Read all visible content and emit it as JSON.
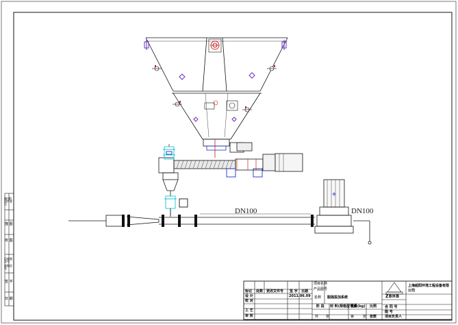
{
  "drawing": {
    "pipe_label_left": "DN100",
    "pipe_label_right": "DN100",
    "side_labels": [
      "借(通)用件登记",
      "描 图",
      "校 图",
      "旧底图总号",
      "底图总号",
      "签 字",
      "日 期"
    ],
    "title_block": {
      "header_row": [
        "标记",
        "处数",
        "更改文件号",
        "签 字",
        "日期"
      ],
      "date_value": "2011.06.09",
      "roles": [
        "设 计",
        "校 对",
        "工 艺",
        "审 核"
      ],
      "project_label": "项目名称",
      "project_code_label": "产品图号",
      "name_label": "名称",
      "drawing_title": "脱硫投加系统",
      "stage_label": "阶 段",
      "sheet_cols": [
        "材 料(规格型号)",
        "重量(kg)",
        "比例"
      ],
      "sheet_row": [
        "共",
        "张",
        "第",
        "张"
      ],
      "sheet_label": "张数",
      "logo_text": "ZBHB",
      "company": "上海超阳环境工程设备有限公司",
      "right_rows": [
        "合 同 号",
        "图 号",
        "项目负责人"
      ]
    }
  },
  "colors": {
    "line": "#111111",
    "equipment_blue": "#1a2fc8",
    "equipment_cyan": "#13c7d6",
    "tank_purple": "#6a2fc0",
    "valve_red": "#c81c1c"
  }
}
